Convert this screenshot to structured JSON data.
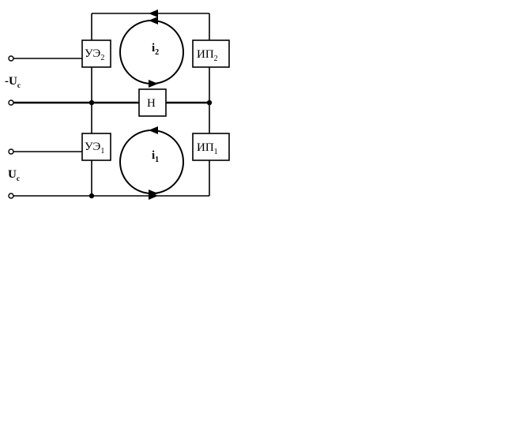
{
  "blocks": {
    "ue2": {
      "main": "УЭ",
      "sub": "2"
    },
    "ue1": {
      "main": "УЭ",
      "sub": "1"
    },
    "ip2": {
      "main": "ИП",
      "sub": "2"
    },
    "ip1": {
      "main": "ИП",
      "sub": "1"
    },
    "load": {
      "main": "Н"
    }
  },
  "currents": {
    "upper": {
      "main": "i",
      "sub": "2"
    },
    "lower": {
      "main": "i",
      "sub": "1"
    }
  },
  "voltages": {
    "upper": {
      "main": "-U",
      "sub": "c"
    },
    "lower": {
      "main": "U",
      "sub": "c"
    }
  }
}
